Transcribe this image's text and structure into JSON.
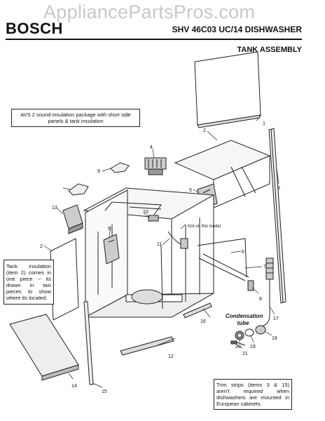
{
  "watermark": "AppliancePartsPros.com",
  "header": {
    "brand": "BOSCH",
    "model": "SHV 46C03 UC/14 DISHWASHER",
    "section": "TANK ASSEMBLY"
  },
  "notes": {
    "avs": "AVS 2 sound insulation package with short side panels & tank insulation",
    "tank_insulation": "Tank insulation (item 2) comes in one piece -- its drawn in two pieces to show where its located.",
    "trim_strips": "Trim strips (items 3 & 15) aren't required when dishwashers are mounted in European cabinets.",
    "na_model": "N/A on this model",
    "condensation": "Condensation tube"
  },
  "callouts": {
    "c1": "1",
    "c2a": "2",
    "c2b": "2",
    "c3": "3",
    "c4": "4",
    "c5a": "5",
    "c5b": "5",
    "c6": "6",
    "c7": "7",
    "c8": "8",
    "c9": "9",
    "c10": "10",
    "c11": "11",
    "c12": "12",
    "c13": "13",
    "c14": "14",
    "c15": "15",
    "c16": "16",
    "c17": "17",
    "c18": "18",
    "c19": "19",
    "c20": "20",
    "c21": "21"
  }
}
